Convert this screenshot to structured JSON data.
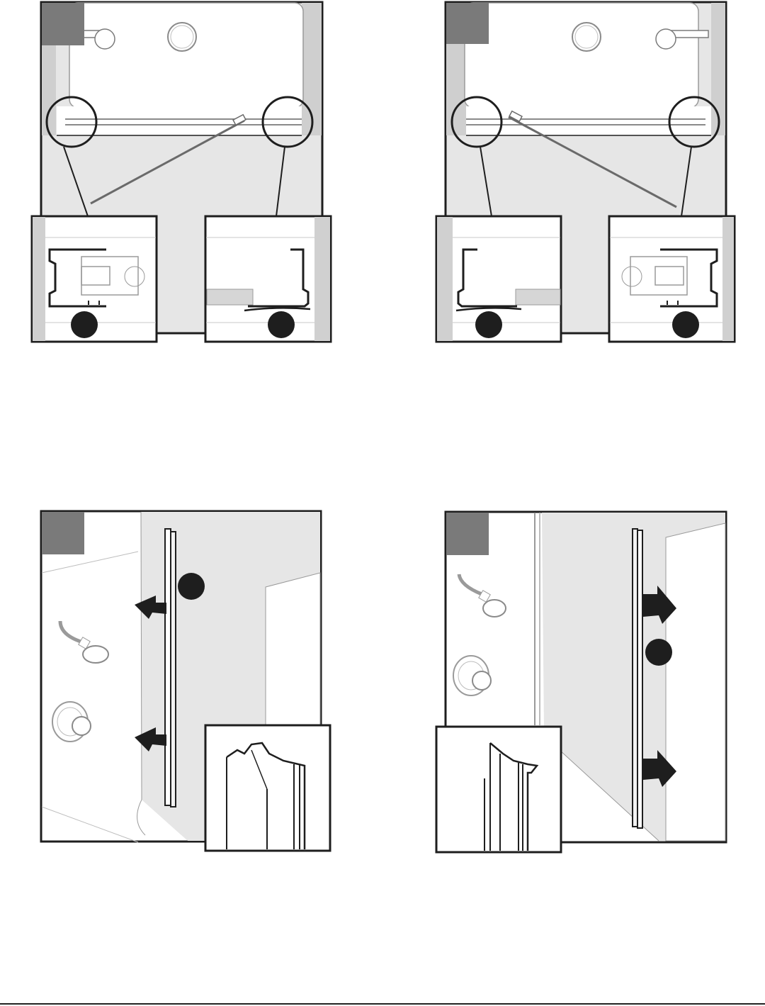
{
  "figures": [
    {
      "id": "fig-1",
      "step_badge": "",
      "callouts": [
        "",
        "",
        ""
      ]
    },
    {
      "id": "fig-2",
      "step_badge": "",
      "callouts": [
        "",
        "",
        ""
      ]
    },
    {
      "id": "fig-3",
      "step_badge": "",
      "callouts": [
        ""
      ]
    },
    {
      "id": "fig-4",
      "step_badge": "",
      "callouts": [
        ""
      ]
    }
  ],
  "colors": {
    "line": "#1e1e1e",
    "wall_gray": "#e8e8e8",
    "floor_gray": "#e6e6e6",
    "tile_edge": "#bdbdbd",
    "step_badge": "#7a7a7a"
  },
  "icons": [
    "shower-head-icon",
    "faucet-valve-icon",
    "push-arrow-icon",
    "magnifier-circle-icon"
  ]
}
